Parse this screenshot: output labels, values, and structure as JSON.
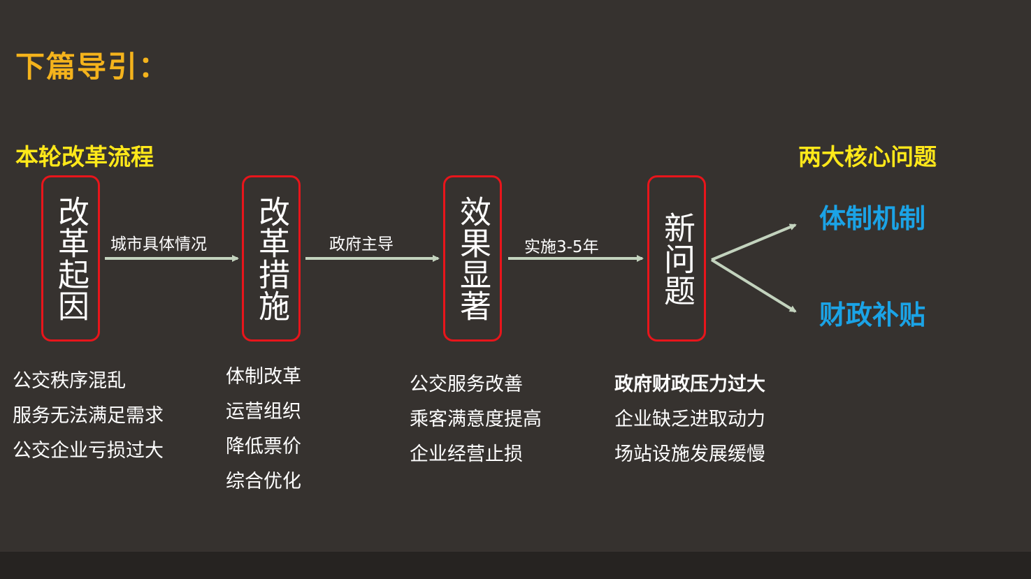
{
  "title": "下篇导引：",
  "flow_label": "本轮改革流程",
  "problems_label": "两大核心问题",
  "stages": [
    {
      "name": "改革起因",
      "items": [
        "公交秩序混乱",
        "服务无法满足需求",
        "公交企业亏损过大"
      ]
    },
    {
      "name": "改革措施",
      "items": [
        "体制改革",
        "运营组织",
        "降低票价",
        "综合优化"
      ]
    },
    {
      "name": "效果显著",
      "items": [
        "公交服务改善",
        "乘客满意度提高",
        "企业经营止损"
      ]
    },
    {
      "name": "新问题",
      "items": [
        "政府财政压力过大",
        "企业缺乏进取动力",
        "场站设施发展缓慢"
      ]
    }
  ],
  "arrow_labels": [
    "城市具体情况",
    "政府主导",
    "实施3-5年"
  ],
  "problems": [
    "体制机制",
    "财政补贴"
  ],
  "colors": {
    "background": "#36322f",
    "title": "#f4b31c",
    "section_label": "#ffe81a",
    "box_border": "#e8151b",
    "arrow": "#c3d3be",
    "problem_text": "#1ba3e6"
  }
}
